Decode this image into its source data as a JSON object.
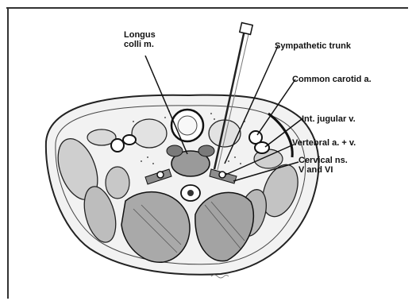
{
  "figure": {
    "labels": {
      "longus": "Longus\ncolli m.",
      "sympathetic": "Sympathetic trunk",
      "carotid": "Common carotid a.",
      "jugular": "Int. jugular v.",
      "vertebral": "Vertebral a. + v.",
      "cervical": "Cervical ns.\nV and VI"
    }
  }
}
